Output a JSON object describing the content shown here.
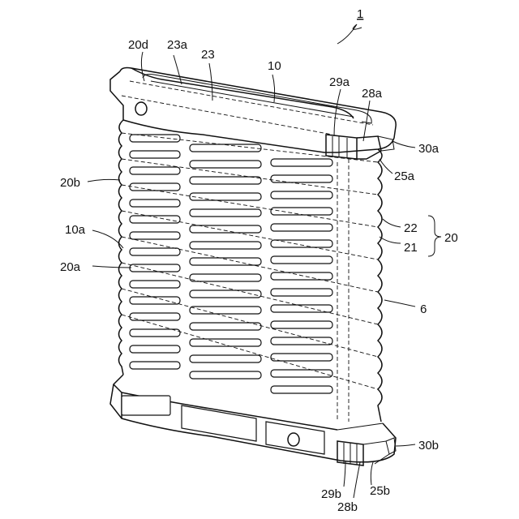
{
  "labels": {
    "ref_1": "1",
    "ref_20d": "20d",
    "ref_23a": "23a",
    "ref_23": "23",
    "ref_10": "10",
    "ref_29a": "29a",
    "ref_28a": "28a",
    "ref_30a": "30a",
    "ref_25a": "25a",
    "ref_20b": "20b",
    "ref_22": "22",
    "ref_20": "20",
    "ref_21": "21",
    "ref_10a": "10a",
    "ref_20a": "20a",
    "ref_6": "6",
    "ref_30b": "30b",
    "ref_29b": "29b",
    "ref_25b": "25b",
    "ref_28b": "28b"
  }
}
